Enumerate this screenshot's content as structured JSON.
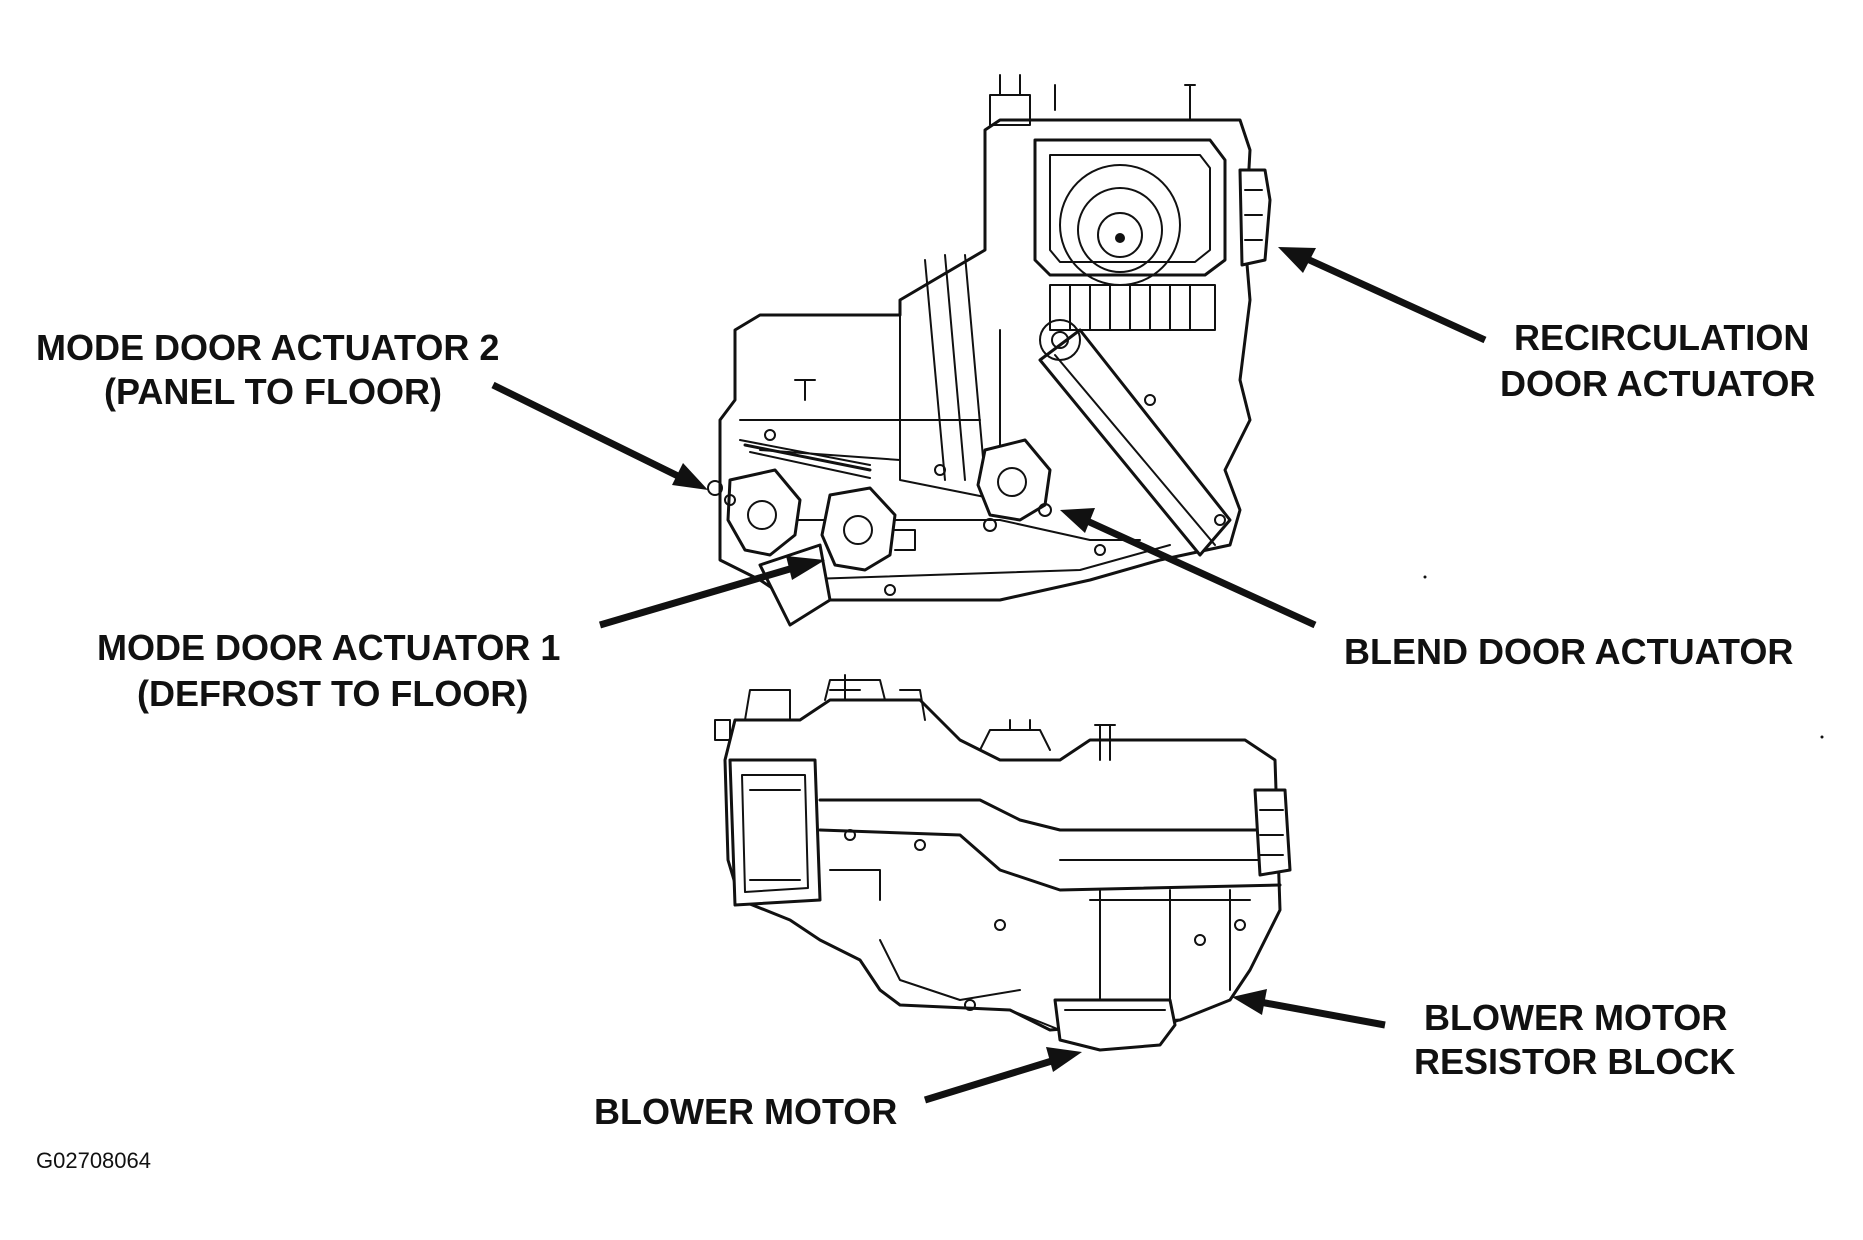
{
  "labels": {
    "mode_door_2_line1": "MODE DOOR ACTUATOR 2",
    "mode_door_2_line2": "(PANEL TO FLOOR)",
    "recirc_line1": "RECIRCULATION",
    "recirc_line2": "DOOR ACTUATOR",
    "mode_door_1_line1": "MODE DOOR ACTUATOR 1",
    "mode_door_1_line2": "(DEFROST TO FLOOR)",
    "blend_door": "BLEND DOOR ACTUATOR",
    "blower_resistor_line1": "BLOWER MOTOR",
    "blower_resistor_line2": "RESISTOR BLOCK",
    "blower_motor": "BLOWER MOTOR",
    "figure_code": "G02708064"
  },
  "colors": {
    "ink": "#111111",
    "background": "#ffffff"
  }
}
